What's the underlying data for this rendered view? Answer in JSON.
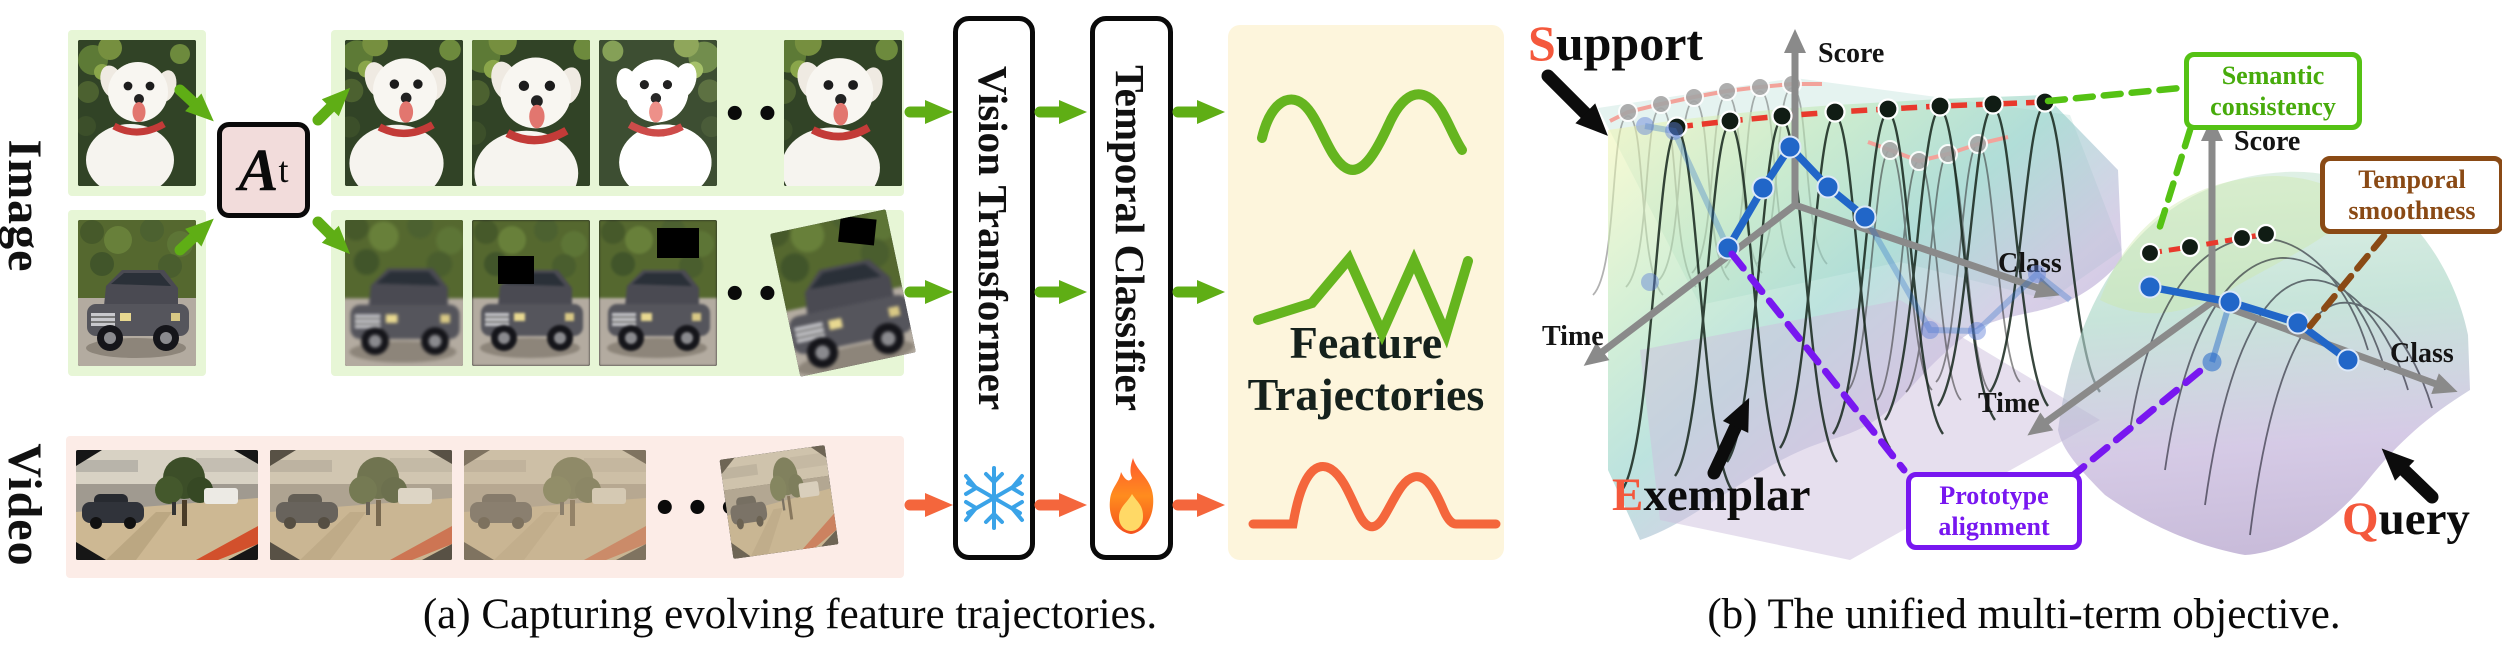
{
  "figure": {
    "caption_a": "(a) Capturing evolving feature trajectories.",
    "caption_b": "(b) The unified multi-term objective."
  },
  "panel_a": {
    "row_labels": {
      "image": "Image",
      "video": "Video"
    },
    "augmentor": {
      "symbol": "A",
      "subscript": "t"
    },
    "ellipsis": "•••",
    "modules": {
      "vision_transformer": "Vision Transformer",
      "temporal_classifier": "Temporal Classifier"
    },
    "module_status": {
      "vision_transformer": "frozen",
      "temporal_classifier": "trainable"
    },
    "status_icons": {
      "frozen": "snowflake-icon",
      "trainable": "fire-icon"
    },
    "output": {
      "line1": "Feature",
      "line2": "Trajectories"
    }
  },
  "panel_b": {
    "labels": {
      "support": {
        "initial": "S",
        "rest": "upport"
      },
      "exemplar": {
        "initial": "E",
        "rest": "xemplar"
      },
      "query": {
        "initial": "Q",
        "rest": "uery"
      }
    },
    "axes": {
      "score": "Score",
      "class": "Class",
      "time": "Time"
    },
    "callouts": {
      "semantic": {
        "line1": "Semantic",
        "line2": "consistency",
        "color": "#55c214"
      },
      "temporal": {
        "line1": "Temporal",
        "line2": "smoothness",
        "color": "#8a4a15"
      },
      "prototype": {
        "line1": "Prototype",
        "line2": "alignment",
        "color": "#7817f0"
      }
    }
  },
  "colors": {
    "green_arrow": "#5fae15",
    "orange_arrow": "#f4663c",
    "image_box_bg": "#e7f6d6",
    "video_box_bg": "#fcece7",
    "augmentor_box_bg": "#f2dcdb",
    "output_box_bg": "#fdf5dc",
    "trajectory_green": "#65b51f",
    "trajectory_orange": "#f4663c",
    "highlight_letter": "#f4583c",
    "blue_trajectory": "#2166c8",
    "red_dashed": "#e8392c",
    "snowflake_blue": "#3aa3e8"
  }
}
